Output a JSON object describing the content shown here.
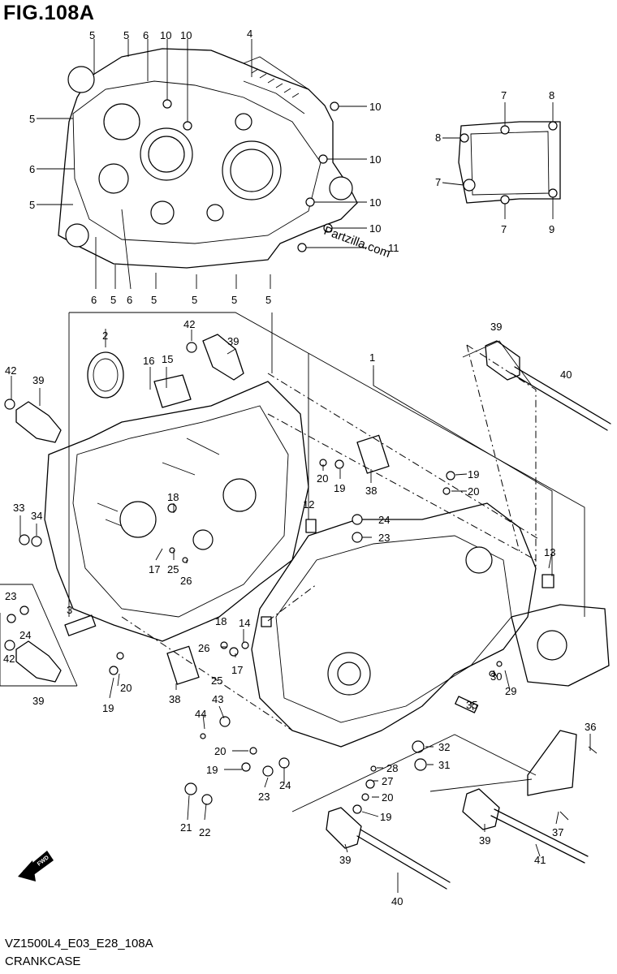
{
  "figure": {
    "title": "FIG.108A",
    "code": "VZ1500L4_E03_E28_108A",
    "name": "CRANKCASE",
    "watermark": "Partzilla.com",
    "direction_label": "FWD"
  },
  "callouts": [
    {
      "label": "5"
    },
    {
      "label": "5"
    },
    {
      "label": "6"
    },
    {
      "label": "10"
    },
    {
      "label": "10"
    },
    {
      "label": "4"
    },
    {
      "label": "5"
    },
    {
      "label": "10"
    },
    {
      "label": "6"
    },
    {
      "label": "10"
    },
    {
      "label": "5"
    },
    {
      "label": "10"
    },
    {
      "label": "10"
    },
    {
      "label": "11"
    },
    {
      "label": "6"
    },
    {
      "label": "5"
    },
    {
      "label": "6"
    },
    {
      "label": "5"
    },
    {
      "label": "5"
    },
    {
      "label": "5"
    },
    {
      "label": "5"
    },
    {
      "label": "7"
    },
    {
      "label": "8"
    },
    {
      "label": "8"
    },
    {
      "label": "7"
    },
    {
      "label": "7"
    },
    {
      "label": "9"
    },
    {
      "label": "2"
    },
    {
      "label": "42"
    },
    {
      "label": "39"
    },
    {
      "label": "16"
    },
    {
      "label": "15"
    },
    {
      "label": "1"
    },
    {
      "label": "39"
    },
    {
      "label": "40"
    },
    {
      "label": "42"
    },
    {
      "label": "39"
    },
    {
      "label": "20"
    },
    {
      "label": "19"
    },
    {
      "label": "38"
    },
    {
      "label": "19"
    },
    {
      "label": "20"
    },
    {
      "label": "12"
    },
    {
      "label": "24"
    },
    {
      "label": "23"
    },
    {
      "label": "33"
    },
    {
      "label": "34"
    },
    {
      "label": "18"
    },
    {
      "label": "17"
    },
    {
      "label": "25"
    },
    {
      "label": "26"
    },
    {
      "label": "13"
    },
    {
      "label": "23"
    },
    {
      "label": "24"
    },
    {
      "label": "3"
    },
    {
      "label": "42"
    },
    {
      "label": "39"
    },
    {
      "label": "18"
    },
    {
      "label": "14"
    },
    {
      "label": "26"
    },
    {
      "label": "17"
    },
    {
      "label": "25"
    },
    {
      "label": "20"
    },
    {
      "label": "19"
    },
    {
      "label": "38"
    },
    {
      "label": "43"
    },
    {
      "label": "44"
    },
    {
      "label": "30"
    },
    {
      "label": "29"
    },
    {
      "label": "35"
    },
    {
      "label": "36"
    },
    {
      "label": "20"
    },
    {
      "label": "32"
    },
    {
      "label": "19"
    },
    {
      "label": "28"
    },
    {
      "label": "31"
    },
    {
      "label": "27"
    },
    {
      "label": "23"
    },
    {
      "label": "24"
    },
    {
      "label": "20"
    },
    {
      "label": "19"
    },
    {
      "label": "21"
    },
    {
      "label": "22"
    },
    {
      "label": "37"
    },
    {
      "label": "39"
    },
    {
      "label": "39"
    },
    {
      "label": "41"
    },
    {
      "label": "40"
    }
  ]
}
